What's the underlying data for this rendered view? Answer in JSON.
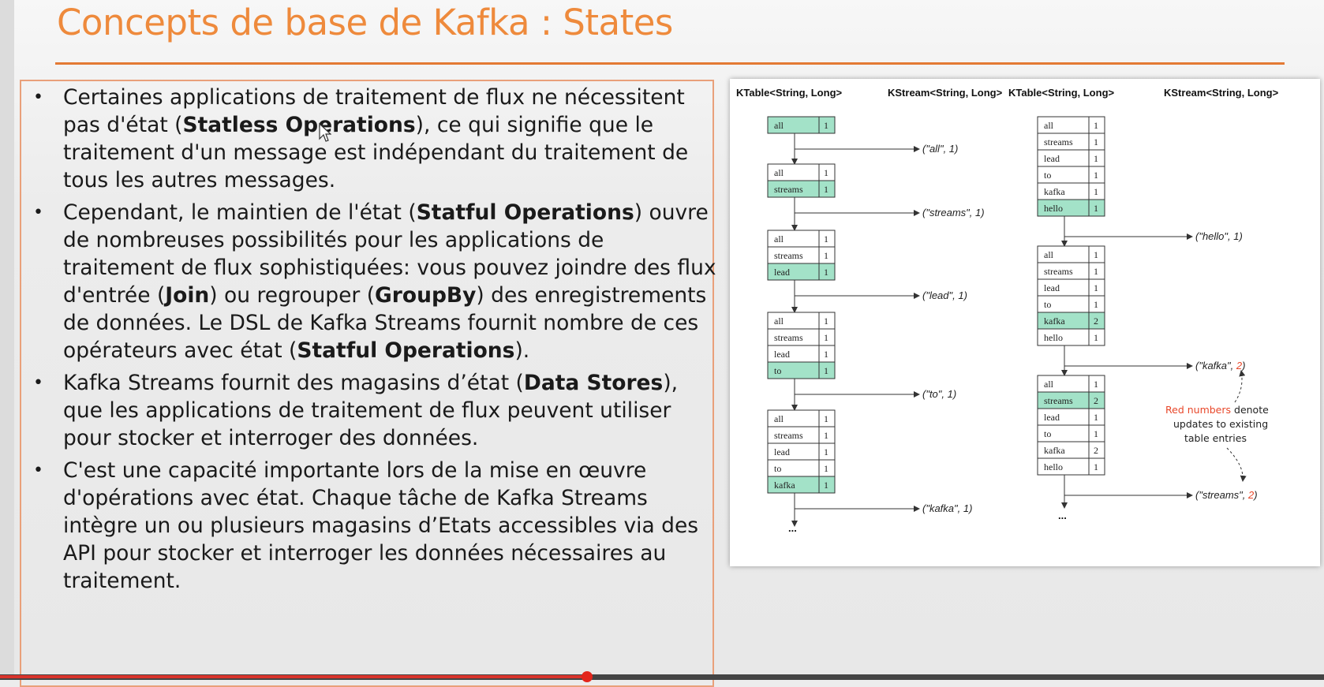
{
  "slide": {
    "title": "Concepts de base de Kafka : States"
  },
  "bullets": [
    {
      "parts": [
        {
          "t": "Certaines applications de traitement de flux ne nécessitent pas d'état ("
        },
        {
          "t": "Statless Operations",
          "b": true
        },
        {
          "t": "), ce qui signifie que le traitement d'un message est indépendant du traitement de tous les autres messages."
        }
      ]
    },
    {
      "parts": [
        {
          "t": "Cependant, le maintien de l'état ("
        },
        {
          "t": "Statful Operations",
          "b": true
        },
        {
          "t": ") ouvre de nombreuses possibilités pour les applications de traitement de flux sophistiquées: vous pouvez joindre des flux d'entrée ("
        },
        {
          "t": "Join",
          "b": true
        },
        {
          "t": ") ou regrouper ("
        },
        {
          "t": "GroupBy",
          "b": true
        },
        {
          "t": ") des enregistrements de données. Le DSL de Kafka Streams fournit nombre de ces opérateurs avec état ("
        },
        {
          "t": "Statful Operations",
          "b": true
        },
        {
          "t": ")."
        }
      ]
    },
    {
      "parts": [
        {
          "t": "Kafka Streams fournit des magasins d’état ("
        },
        {
          "t": "Data Stores",
          "b": true
        },
        {
          "t": "), que les applications de traitement de flux peuvent utiliser pour stocker et interroger des données."
        }
      ]
    },
    {
      "parts": [
        {
          "t": "C'est une capacité importante lors de la mise en œuvre d'opérations avec état. Chaque tâche de Kafka Streams intègre un ou plusieurs magasins d’Etats accessibles via des API pour stocker et interroger les données nécessaires au traitement."
        }
      ]
    }
  ],
  "diagram": {
    "headers": [
      "KTable<String, Long>",
      "KStream<String, Long>",
      "KTable<String, Long>",
      "KStream<String, Long>"
    ],
    "left_tables": [
      {
        "rows": [
          [
            "all",
            "1"
          ]
        ],
        "highlight": 0,
        "record": "(\"all\", 1)"
      },
      {
        "rows": [
          [
            "all",
            "1"
          ],
          [
            "streams",
            "1"
          ]
        ],
        "highlight": 1,
        "record": "(\"streams\", 1)"
      },
      {
        "rows": [
          [
            "all",
            "1"
          ],
          [
            "streams",
            "1"
          ],
          [
            "lead",
            "1"
          ]
        ],
        "highlight": 2,
        "record": "(\"lead\", 1)"
      },
      {
        "rows": [
          [
            "all",
            "1"
          ],
          [
            "streams",
            "1"
          ],
          [
            "lead",
            "1"
          ],
          [
            "to",
            "1"
          ]
        ],
        "highlight": 3,
        "record": "(\"to\", 1)"
      },
      {
        "rows": [
          [
            "all",
            "1"
          ],
          [
            "streams",
            "1"
          ],
          [
            "lead",
            "1"
          ],
          [
            "to",
            "1"
          ],
          [
            "kafka",
            "1"
          ]
        ],
        "highlight": 4,
        "record": "(\"kafka\", 1)"
      }
    ],
    "right_tables": [
      {
        "rows": [
          [
            "all",
            "1"
          ],
          [
            "streams",
            "1"
          ],
          [
            "lead",
            "1"
          ],
          [
            "to",
            "1"
          ],
          [
            "kafka",
            "1"
          ],
          [
            "hello",
            "1"
          ]
        ],
        "highlight": 5,
        "red": false,
        "record": "(\"hello\", 1)"
      },
      {
        "rows": [
          [
            "all",
            "1"
          ],
          [
            "streams",
            "1"
          ],
          [
            "lead",
            "1"
          ],
          [
            "to",
            "1"
          ],
          [
            "kafka",
            "2"
          ],
          [
            "hello",
            "1"
          ]
        ],
        "highlight": 4,
        "red": true,
        "record_prefix": "(\"kafka\", ",
        "record_num": "2",
        "record_suffix": ")"
      },
      {
        "rows": [
          [
            "all",
            "1"
          ],
          [
            "streams",
            "2"
          ],
          [
            "lead",
            "1"
          ],
          [
            "to",
            "1"
          ],
          [
            "kafka",
            "2"
          ],
          [
            "hello",
            "1"
          ]
        ],
        "highlight": 1,
        "red": true,
        "record_prefix": "(\"streams\", ",
        "record_num": "2",
        "record_suffix": ")"
      }
    ],
    "continuation": "...",
    "note": {
      "red_part": "Red numbers",
      "line1_rest": " denote",
      "line2": "updates to existing",
      "line3": "table entries"
    },
    "colors": {
      "highlight_fill": "#a3e2c8",
      "red_number": "#e8472a",
      "title": "#ee8a3c",
      "rule": "#e37a34"
    }
  }
}
